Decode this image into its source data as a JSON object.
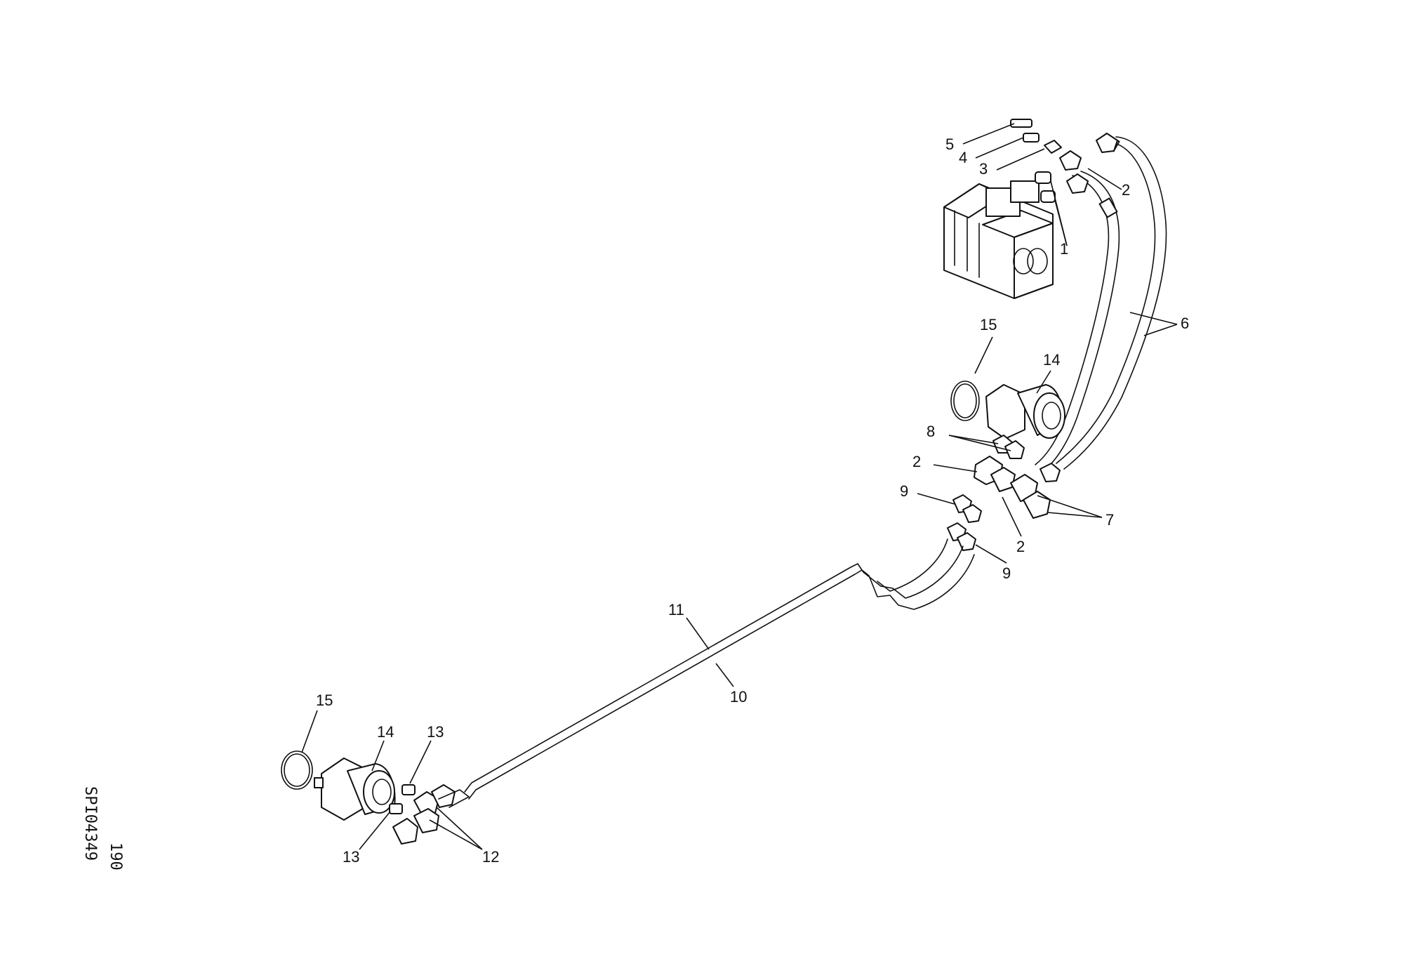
{
  "diagram": {
    "callouts": {
      "c1": "1",
      "c2a": "2",
      "c3": "3",
      "c4": "4",
      "c5": "5",
      "c6": "6",
      "c15a": "15",
      "c14a": "14",
      "c8": "8",
      "c2b": "2",
      "c9a": "9",
      "c7": "7",
      "c2c": "2",
      "c9b": "9",
      "c11": "11",
      "c10": "10",
      "c15b": "15",
      "c14b": "14",
      "c13a": "13",
      "c13b": "13",
      "c12": "12"
    },
    "drawing_code": "SPI04349",
    "page_number": "190"
  }
}
